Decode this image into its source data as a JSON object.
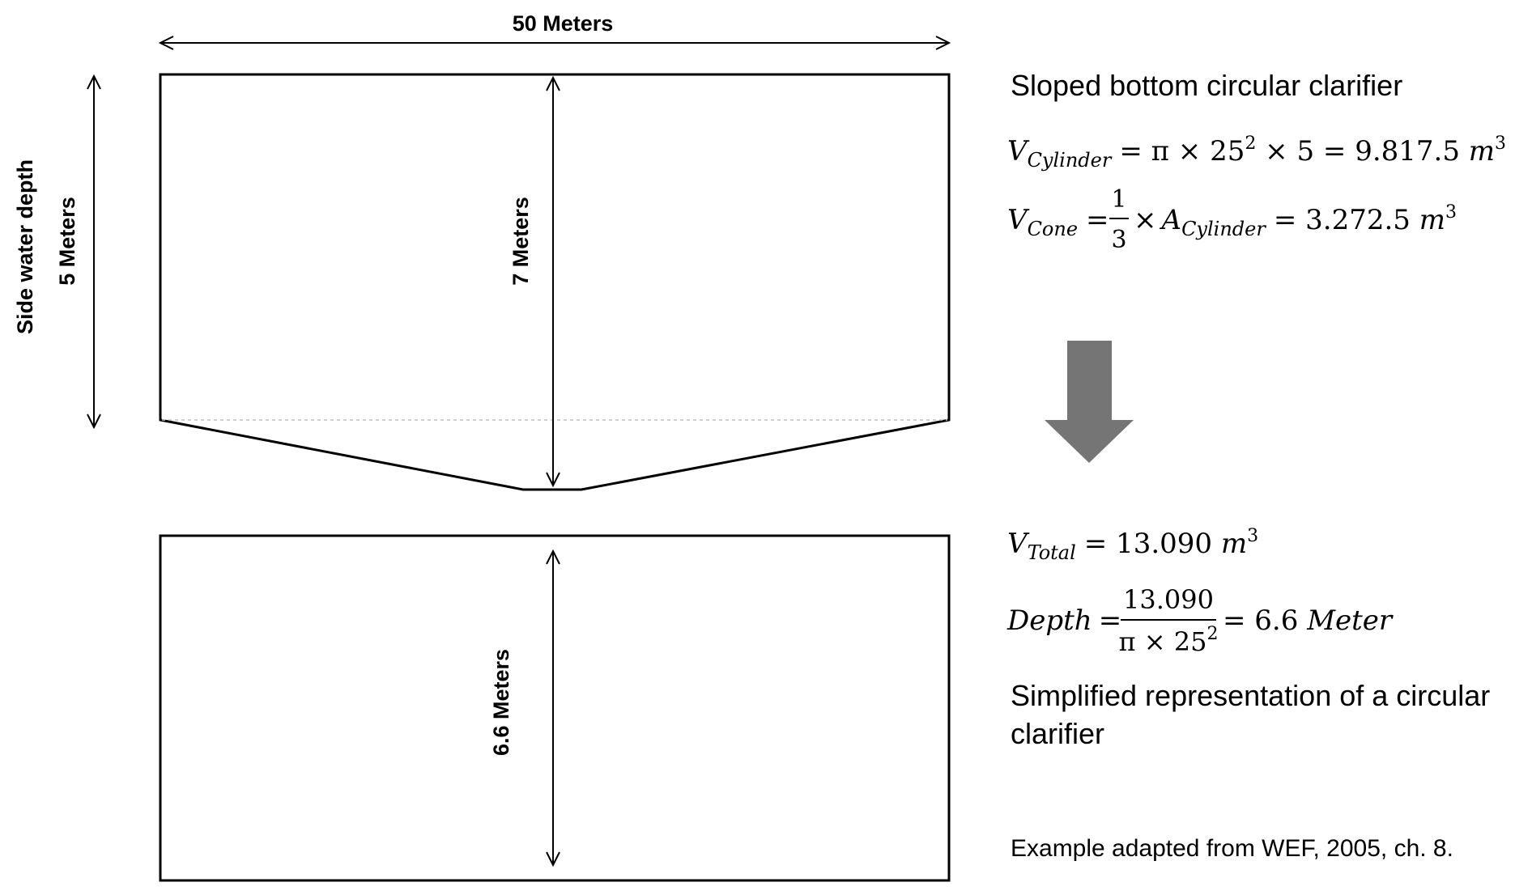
{
  "top_diagram": {
    "width_label": "50 Meters",
    "side_depth_title": "Side water depth",
    "side_depth_label": "5 Meters",
    "center_depth_label": "7 Meters"
  },
  "bottom_diagram": {
    "depth_label": "6.6 Meters"
  },
  "headings": {
    "sloped_title": "Sloped bottom circular clarifier",
    "simplified_title_line1": "Simplified representation of a circular",
    "simplified_title_line2": "clarifier",
    "source_note": "Example adapted from WEF, 2005, ch. 8."
  },
  "equations": {
    "cylinder": {
      "var": "V",
      "sub": "Cylinder",
      "expr_a": "= π × 25",
      "exp": "2",
      "expr_b": " × 5 = 9.817.5 ",
      "unit": "m",
      "unit_exp": "3"
    },
    "cone": {
      "var": "V",
      "sub": "Cone",
      "eq": "=",
      "frac_num": "1",
      "frac_den": "3",
      "times": "×",
      "a_var": "A",
      "a_sub": "Cylinder",
      "result": "= 3.272.5 ",
      "unit": "m",
      "unit_exp": "3"
    },
    "total": {
      "var": "V",
      "sub": "Total",
      "result": "= 13.090 ",
      "unit": "m",
      "unit_exp": "3"
    },
    "depth": {
      "lhs": "Depth",
      "eq": "=",
      "frac_num": "13.090",
      "frac_den_a": "π × 25",
      "frac_den_exp": "2",
      "result": "= 6.6 ",
      "unit": "Meter"
    }
  },
  "colors": {
    "line": "#000000",
    "dotted_line": "#bfbfbf",
    "arrow_fill": "#757575"
  },
  "icons": {
    "transition_arrow": "down-arrow-icon"
  }
}
